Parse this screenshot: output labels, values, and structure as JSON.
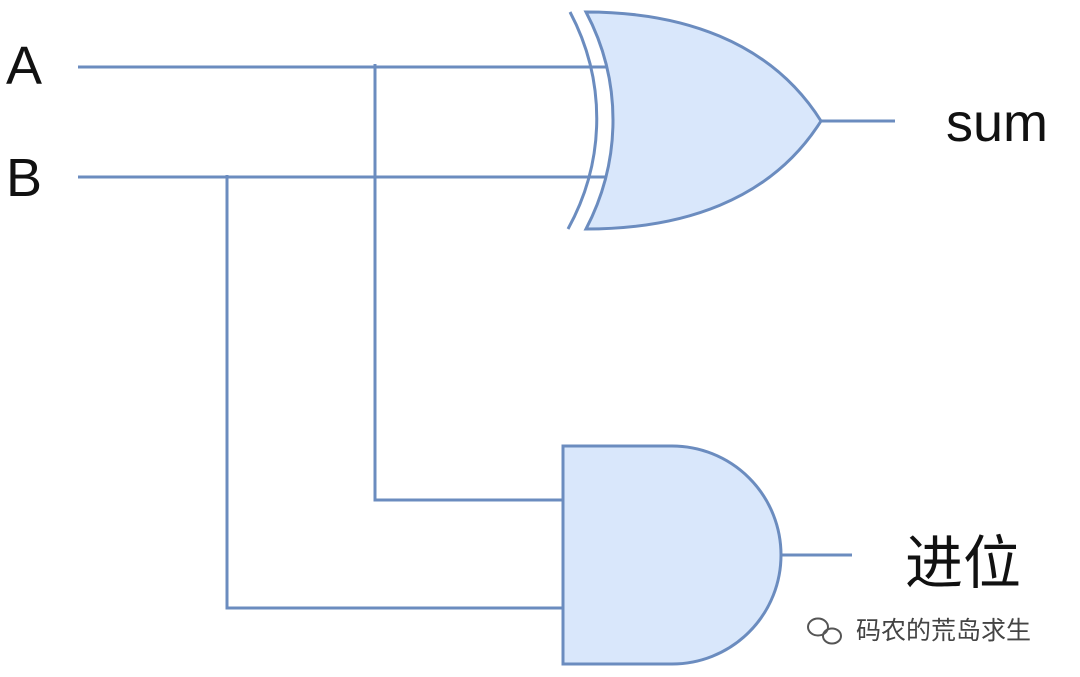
{
  "labels": {
    "input_a": "A",
    "input_b": "B",
    "output_sum": "sum",
    "output_carry": "进位"
  },
  "watermark": {
    "text": "码农的荒岛求生",
    "icon": "wechat-icon"
  },
  "gates": {
    "top": "xor",
    "bottom": "and"
  },
  "colors": {
    "wire": "#6b8cbf",
    "gate_fill": "#d9e7fb",
    "gate_stroke": "#6b8cbf",
    "text": "#111111"
  }
}
